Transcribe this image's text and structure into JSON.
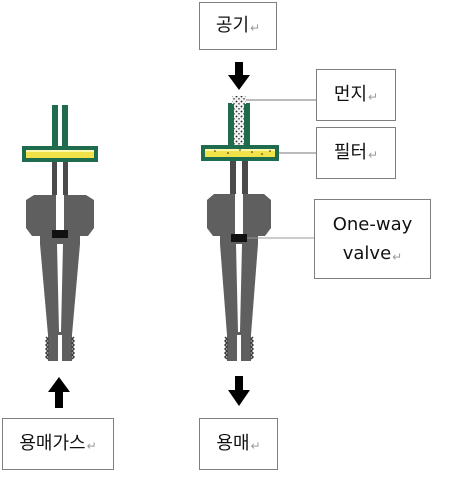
{
  "labels": {
    "air": "공기",
    "dust": "먼지",
    "filter": "필터",
    "valve_line1": "One-way",
    "valve_line2": "valve",
    "solvent_gas": "용매가스",
    "solvent": "용매"
  },
  "paragraph_mark": "↵",
  "colors": {
    "body": "#5f5f5f",
    "body_dark": "#3a3a3a",
    "filter_rim": "#1f6b4e",
    "filter_core": "#f1e24a",
    "valve": "#111111",
    "arrow": "#000000",
    "box_border": "#7f7f7f"
  }
}
